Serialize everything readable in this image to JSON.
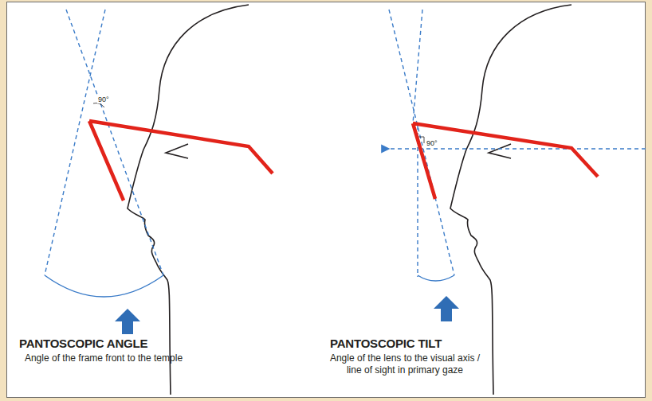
{
  "diagram": {
    "labels": [
      "90°",
      "90°",
      "PANTOSCOPIC ANGLE",
      "Angle of the frame front to the temple",
      "PANTOSCOPIC TILT",
      "Angle of the lens to the visual axis / line of sight in primary gaze"
    ]
  }
}
